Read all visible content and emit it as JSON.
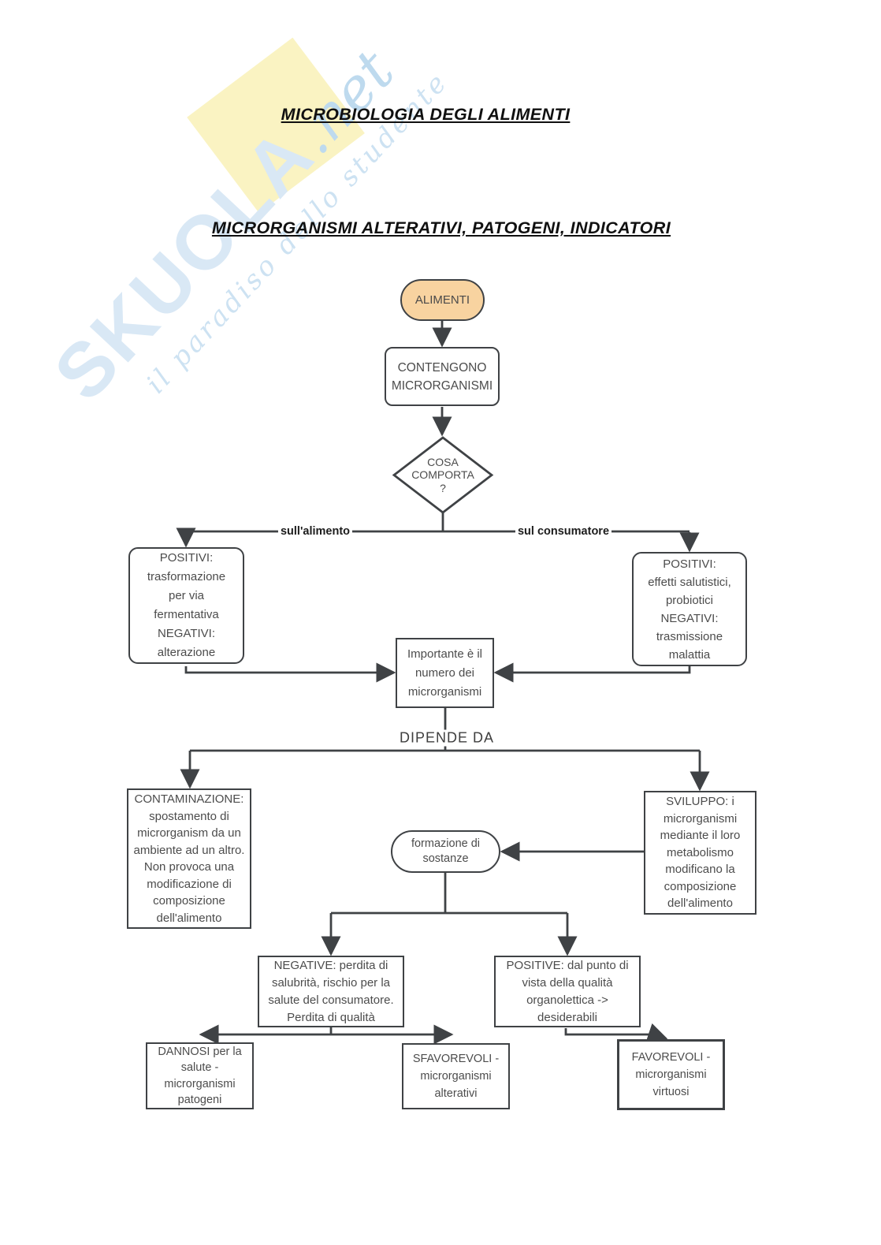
{
  "watermark": {
    "brand": "SKUOLA",
    "tld": ".net",
    "tagline": "il paradiso dello studente",
    "brand_color": "#d9e8f5",
    "yellow": "#faf3c2"
  },
  "titles": {
    "main": "MICROBIOLOGIA DEGLI ALIMENTI",
    "sub": "MICRORGANISMI ALTERATIVI, PATOGENI, INDICATORI"
  },
  "flowchart": {
    "colors": {
      "line": "#3f4245",
      "border": "#3f4245",
      "text": "#4c4c4c",
      "alimenti_fill": "#f8d3a0"
    },
    "nodes": {
      "alimenti": {
        "label": "ALIMENTI"
      },
      "contengono": {
        "label": "CONTENGONO\nMICRORGANISMI"
      },
      "cosa_comporta": {
        "label": "COSA\nCOMPORTA\n?"
      },
      "positivi_alimento": {
        "label": "POSITIVI:\ntrasformazione\nper via\nfermentativa\nNEGATIVI:\nalterazione"
      },
      "positivi_consumatore": {
        "label": "POSITIVI:\neffetti salutistici,\nprobiotici\nNEGATIVI:\ntrasmissione\nmalattia"
      },
      "importante": {
        "label": "Importante è il\nnumero dei\nmicrorganismi"
      },
      "contaminazione": {
        "label": "CONTAMINAZIONE:\nspostamento di\nmicrorganism da un\nambiente ad un altro.\nNon provoca una\nmodificazione di\ncomposizione\ndell'alimento"
      },
      "sviluppo": {
        "label": "SVILUPPO: i\nmicrorganismi\nmediante il loro\nmetabolismo\nmodificano la\ncomposizione\ndell'alimento"
      },
      "formazione": {
        "label": "formazione di\nsostanze"
      },
      "negative": {
        "label": "NEGATIVE: perdita di\nsalubrità, rischio per la\nsalute del consumatore.\nPerdita di qualità"
      },
      "positive": {
        "label": "POSITIVE: dal punto di\nvista della qualità\norganolettica ->\ndesiderabili"
      },
      "dannosi": {
        "label": "DANNOSI per la\nsalute -\nmicrorganismi\npatogeni"
      },
      "sfavorevoli": {
        "label": "SFAVOREVOLI -\nmicrorganismi\nalterativi"
      },
      "favorevoli": {
        "label": "FAVOREVOLI -\nmicrorganismi\nvirtuosi"
      }
    },
    "edge_labels": {
      "sull_alimento": "sull'alimento",
      "sul_consumatore": "sul consumatore",
      "dipende_da": "DIPENDE DA"
    }
  }
}
